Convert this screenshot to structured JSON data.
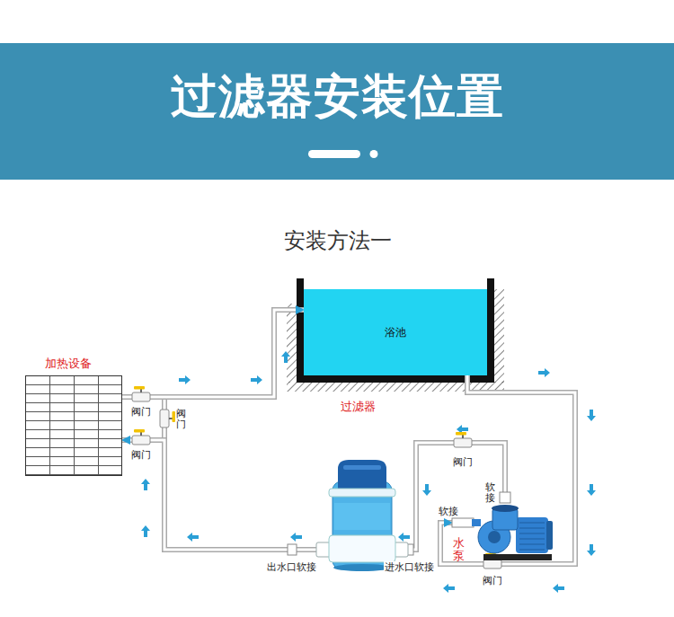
{
  "diagram": {
    "title": "过滤器安装位置",
    "nodes": [
      {
        "text": [
          "浴池"
        ]
      },
      {
        "text": [
          "加热设备"
        ]
      },
      {
        "text": [
          "过滤器"
        ]
      },
      {
        "text": [
          "水泵"
        ]
      }
    ],
    "edges": [
      {
        "from": 0,
        "to": 3,
        "arrow": "to"
      },
      {
        "from": 3,
        "to": 2,
        "arrow": "to"
      },
      {
        "from": 2,
        "to": 1,
        "arrow": "to"
      },
      {
        "from": 1,
        "to": 0,
        "arrow": "to"
      }
    ],
    "labels": [
      "安装方法一",
      "阀门",
      "阀门",
      "阀门",
      "阀门",
      "阀门",
      "软接",
      "软接",
      "出水口软接",
      "进水口软接"
    ]
  }
}
